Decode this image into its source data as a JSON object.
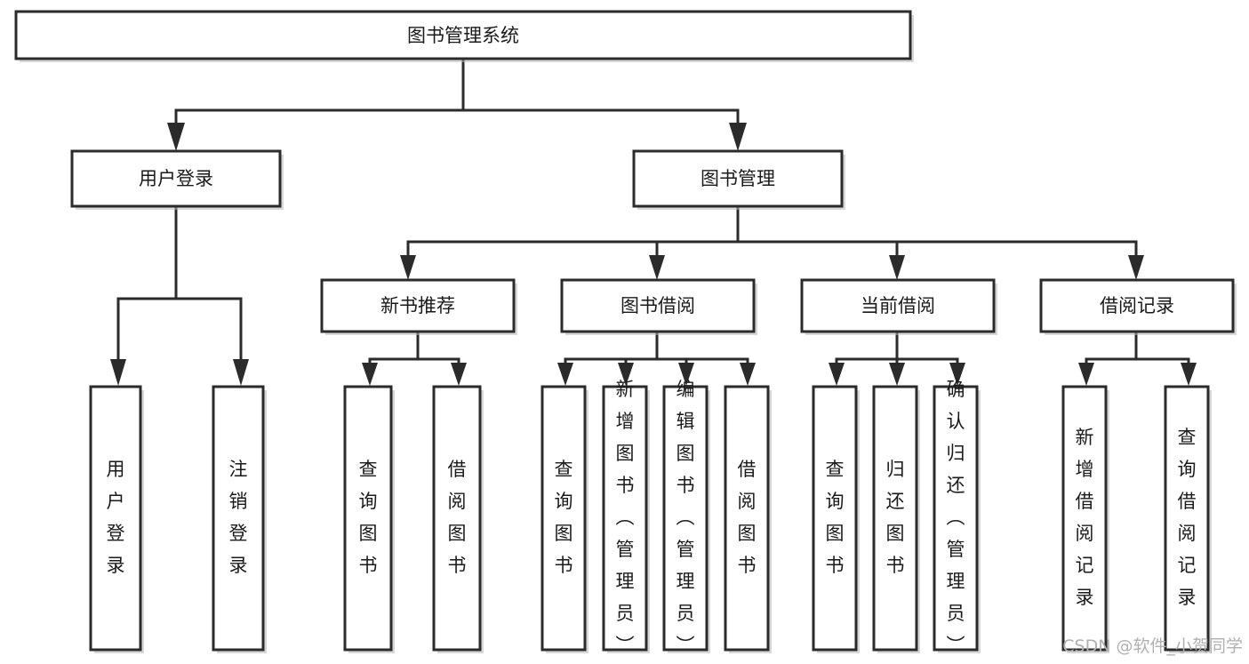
{
  "diagram": {
    "title": "图书管理系统",
    "type": "tree-hierarchy",
    "root": {
      "id": "root",
      "label": "图书管理系统"
    },
    "level2": [
      {
        "id": "user-login",
        "label": "用户登录"
      },
      {
        "id": "book-manage",
        "label": "图书管理"
      }
    ],
    "level3": [
      {
        "id": "new-book-recommend",
        "label": "新书推荐",
        "parent": "book-manage"
      },
      {
        "id": "book-borrow",
        "label": "图书借阅",
        "parent": "book-manage"
      },
      {
        "id": "current-borrow",
        "label": "当前借阅",
        "parent": "book-manage"
      },
      {
        "id": "borrow-record",
        "label": "借阅记录",
        "parent": "book-manage"
      }
    ],
    "leaves": {
      "user-login": [
        {
          "id": "leaf-user-login",
          "label": "用户登录"
        },
        {
          "id": "leaf-user-logout",
          "label": "注销登录"
        }
      ],
      "new-book-recommend": [
        {
          "id": "leaf-query-book-1",
          "label": "查询图书"
        },
        {
          "id": "leaf-borrow-book-1",
          "label": "借阅图书"
        }
      ],
      "book-borrow": [
        {
          "id": "leaf-query-book-2",
          "label": "查询图书"
        },
        {
          "id": "leaf-add-book",
          "label": "新增图书（管理员）"
        },
        {
          "id": "leaf-edit-book",
          "label": "编辑图书（管理员）"
        },
        {
          "id": "leaf-borrow-book-2",
          "label": "借阅图书"
        }
      ],
      "current-borrow": [
        {
          "id": "leaf-query-book-3",
          "label": "查询图书"
        },
        {
          "id": "leaf-return-book",
          "label": "归还图书"
        },
        {
          "id": "leaf-confirm-return",
          "label": "确认归还（管理员）"
        }
      ],
      "borrow-record": [
        {
          "id": "leaf-add-record",
          "label": "新增借阅记录"
        },
        {
          "id": "leaf-query-record",
          "label": "查询借阅记录"
        }
      ]
    }
  },
  "watermark": {
    "text": "CSDN @软件_小贺同学"
  },
  "colors": {
    "box_stroke": "#2b2b2b",
    "box_fill": "#ffffff",
    "text": "#1a1a1a",
    "connector": "#2b2b2b",
    "watermark": "#b0b0b0",
    "background": "#ffffff"
  }
}
